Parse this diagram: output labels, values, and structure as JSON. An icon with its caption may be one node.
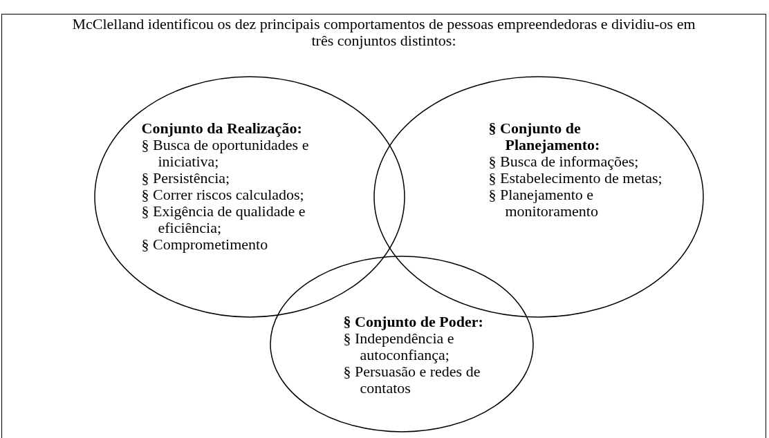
{
  "diagram": {
    "nodes": [
      {
        "text": [
          "McClelland identificou os dez principais comportamentos de pessoas empreendedoras e dividiu-os em três conjuntos distintos:"
        ]
      },
      {
        "text": [
          "Conjunto da Realização:",
          "§ Busca de oportunidades e iniciativa;",
          "§ Persistência;",
          "§ Correr riscos calculados;",
          "§ Exigência de qualidade e eficiência;",
          "§ Comprometimento"
        ],
        "in": 0
      },
      {
        "text": [
          "§ Conjunto de Planejamento:",
          "§ Busca de informações;",
          "§ Estabelecimento de metas;",
          "§ Planejamento e monitoramento"
        ],
        "in": 0
      },
      {
        "text": [
          "§ Conjunto de Poder:",
          "§ Independência e autoconfiança;",
          "§ Persuasão e redes de contatos"
        ],
        "in": 0
      }
    ],
    "edges": []
  }
}
